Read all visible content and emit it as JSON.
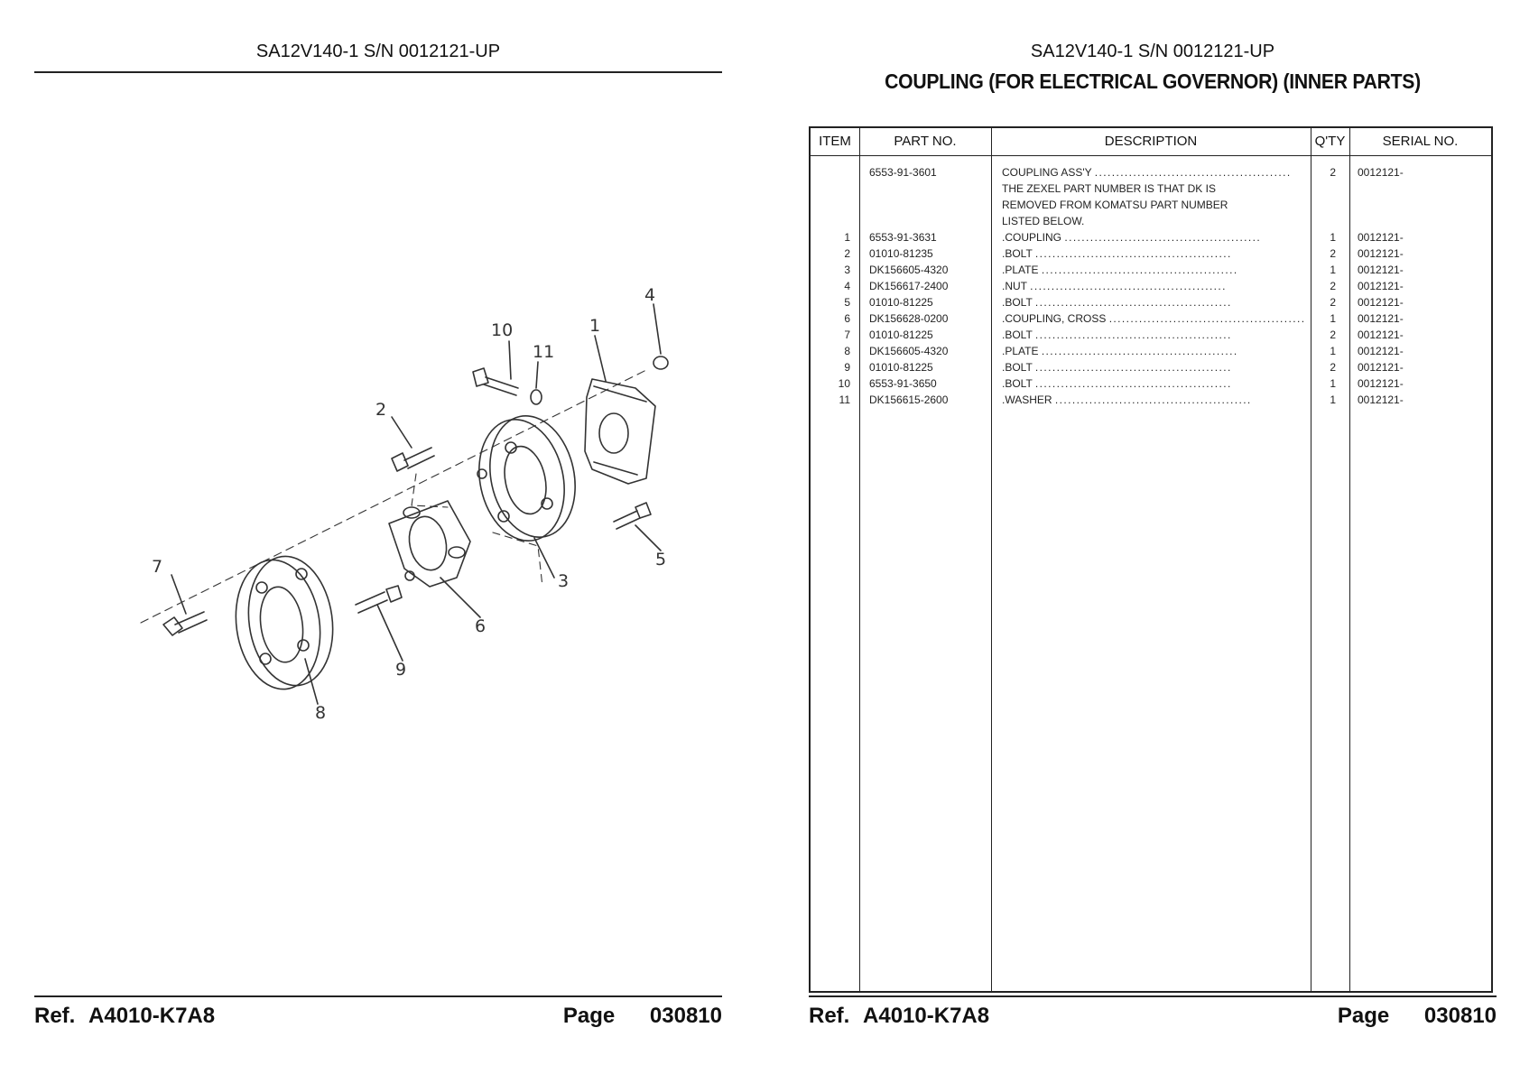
{
  "left_page": {
    "header": "SA12V140-1 S/N 0012121-UP",
    "callouts": [
      "1",
      "2",
      "3",
      "4",
      "5",
      "6",
      "7",
      "8",
      "9",
      "10",
      "11"
    ],
    "footer": {
      "ref_label": "Ref.",
      "ref_value": "A4010-K7A8",
      "page_label": "Page",
      "page_value": "030810"
    }
  },
  "right_page": {
    "header": "SA12V140-1 S/N 0012121-UP",
    "title": "COUPLING (FOR ELECTRICAL GOVERNOR) (INNER PARTS)",
    "columns": [
      "ITEM",
      "PART NO.",
      "DESCRIPTION",
      "Q'TY",
      "SERIAL NO."
    ],
    "rows": [
      {
        "item": "",
        "part": "6553-91-3601",
        "desc": "COUPLING ASS'Y",
        "qty": "2",
        "serial": "0012121-"
      },
      {
        "item": "",
        "part": "",
        "desc": "THE ZEXEL PART NUMBER IS THAT DK IS",
        "qty": "",
        "serial": ""
      },
      {
        "item": "",
        "part": "",
        "desc": "REMOVED FROM KOMATSU PART NUMBER",
        "qty": "",
        "serial": ""
      },
      {
        "item": "",
        "part": "",
        "desc": "LISTED BELOW.",
        "qty": "",
        "serial": ""
      },
      {
        "item": "1",
        "part": "6553-91-3631",
        "desc": ".COUPLING",
        "qty": "1",
        "serial": "0012121-"
      },
      {
        "item": "2",
        "part": "01010-81235",
        "desc": ".BOLT",
        "qty": "2",
        "serial": "0012121-"
      },
      {
        "item": "3",
        "part": "DK156605-4320",
        "desc": ".PLATE",
        "qty": "1",
        "serial": "0012121-"
      },
      {
        "item": "4",
        "part": "DK156617-2400",
        "desc": ".NUT",
        "qty": "2",
        "serial": "0012121-"
      },
      {
        "item": "5",
        "part": "01010-81225",
        "desc": ".BOLT",
        "qty": "2",
        "serial": "0012121-"
      },
      {
        "item": "6",
        "part": "DK156628-0200",
        "desc": ".COUPLING, CROSS",
        "qty": "1",
        "serial": "0012121-"
      },
      {
        "item": "7",
        "part": "01010-81225",
        "desc": ".BOLT",
        "qty": "2",
        "serial": "0012121-"
      },
      {
        "item": "8",
        "part": "DK156605-4320",
        "desc": ".PLATE",
        "qty": "1",
        "serial": "0012121-"
      },
      {
        "item": "9",
        "part": "01010-81225",
        "desc": ".BOLT",
        "qty": "2",
        "serial": "0012121-"
      },
      {
        "item": "10",
        "part": "6553-91-3650",
        "desc": ".BOLT",
        "qty": "1",
        "serial": "0012121-"
      },
      {
        "item": "11",
        "part": "DK156615-2600",
        "desc": ".WASHER",
        "qty": "1",
        "serial": "0012121-"
      }
    ],
    "footer": {
      "ref_label": "Ref.",
      "ref_value": "A4010-K7A8",
      "page_label": "Page",
      "page_value": "030810"
    }
  }
}
